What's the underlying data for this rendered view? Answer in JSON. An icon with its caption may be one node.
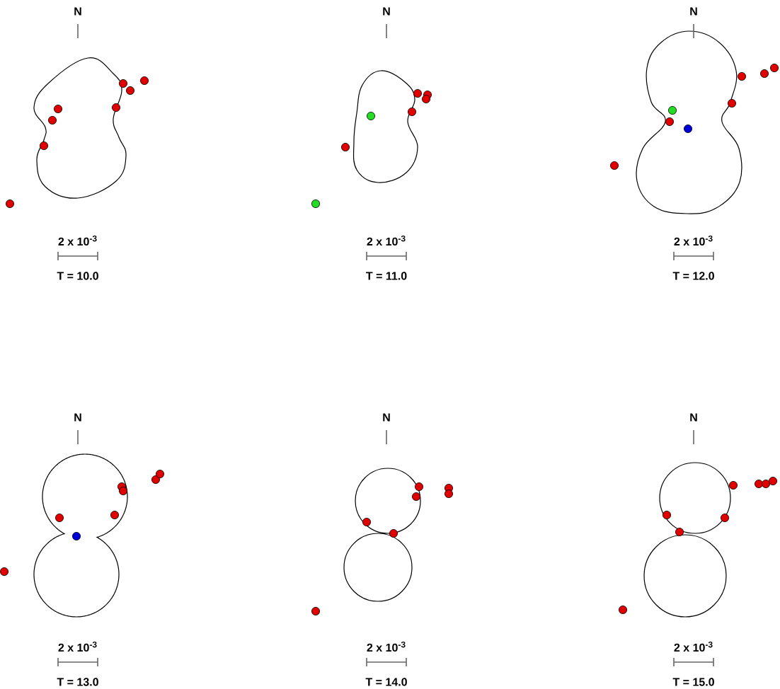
{
  "diagram": {
    "labels": [
      "N",
      "2 x 10$^{-3}$",
      "T = 10.0",
      "N",
      "2 x 10$^{-3}$",
      "T = 11.0",
      "N",
      "2 x 10$^{-3}$",
      "T = 12.0",
      "N",
      "2 x 10$^{-3}$",
      "T = 13.0",
      "N",
      "2 x 10$^{-3}$",
      "T = 14.0",
      "N",
      "2 x 10$^{-3}$",
      "T = 15.0"
    ]
  }
}
